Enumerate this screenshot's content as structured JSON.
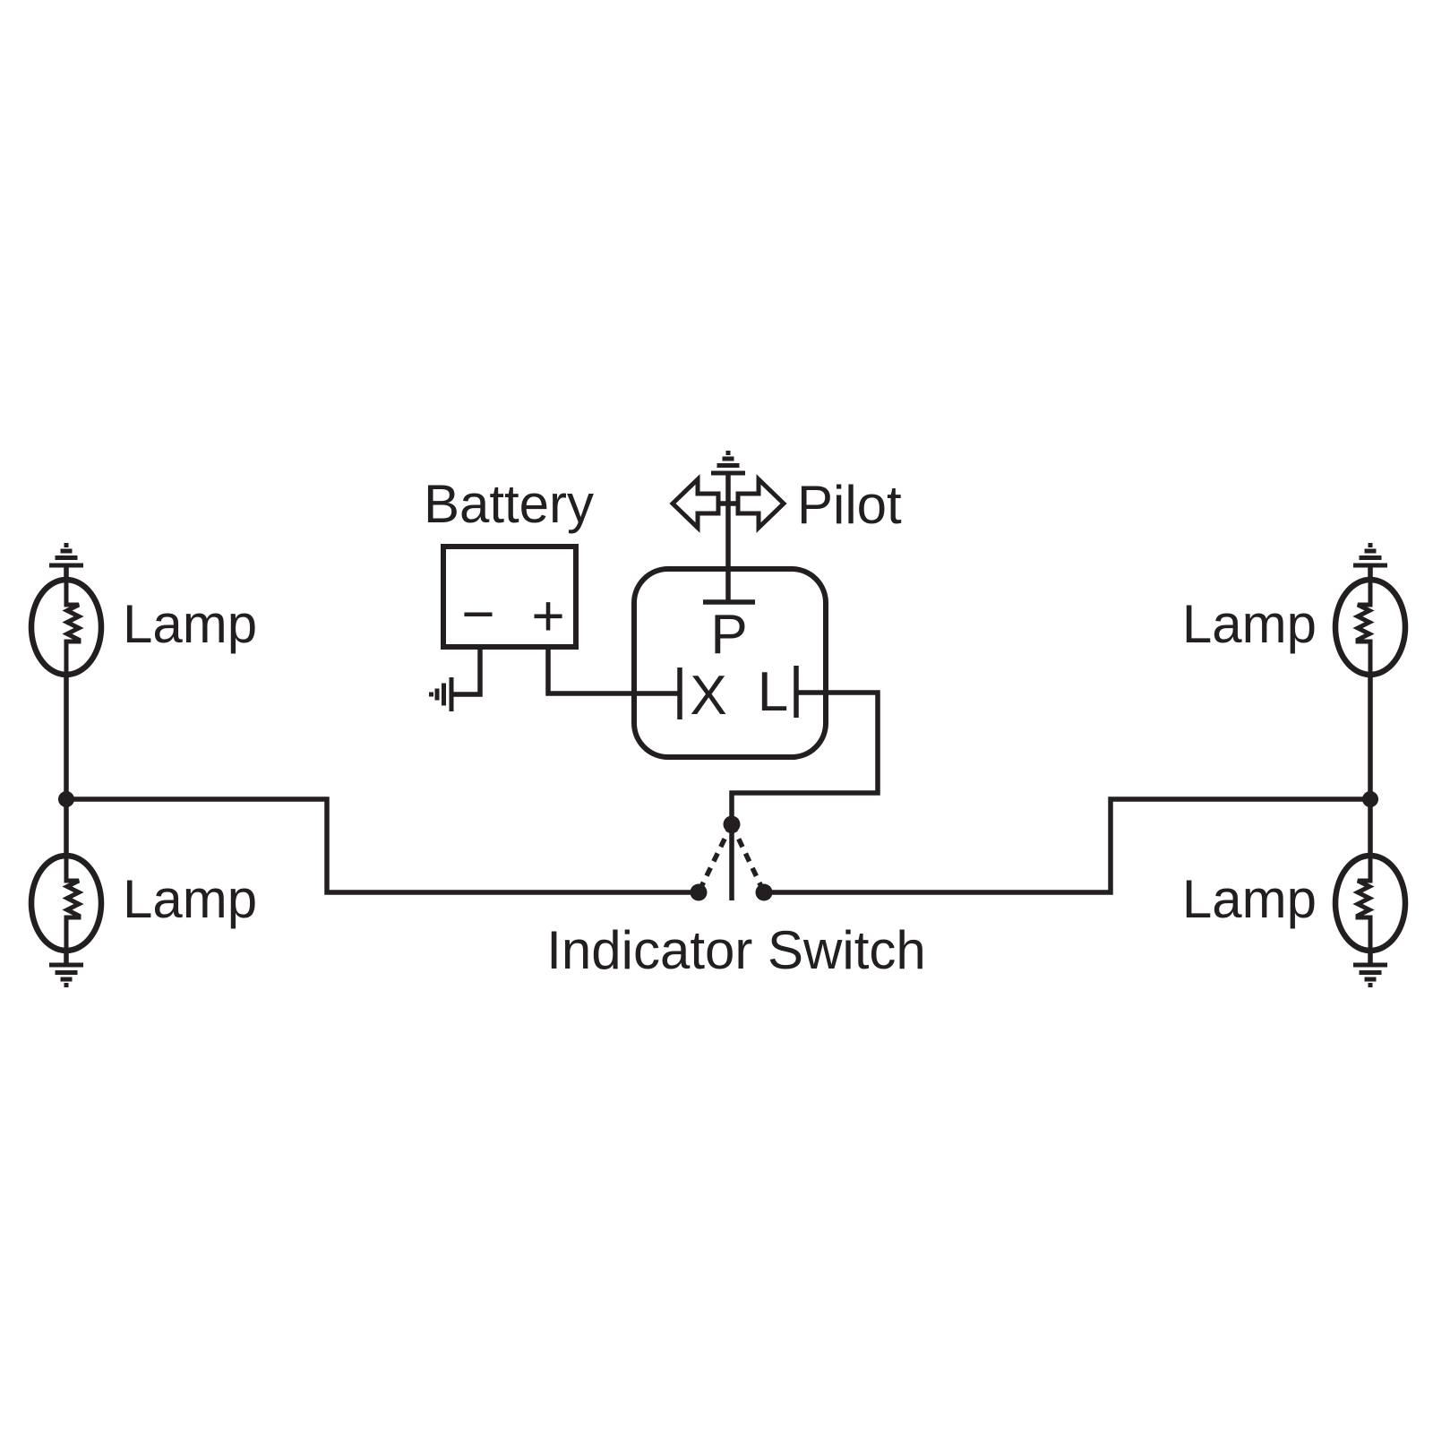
{
  "diagram": {
    "type": "indicator-flasher-wiring-diagram",
    "labels": {
      "battery": "Battery",
      "pilot": "Pilot",
      "indicator_switch": "Indicator Switch"
    },
    "lamps": {
      "top_left": "Lamp",
      "bottom_left": "Lamp",
      "top_right": "Lamp",
      "bottom_right": "Lamp"
    },
    "flasher_unit": {
      "terminal_p": "P",
      "terminal_x": "X",
      "terminal_l": "L"
    },
    "battery": {
      "negative": "−",
      "positive": "+"
    },
    "icons": [
      "ground-icon",
      "lamp-icon",
      "pilot-arrow-left-icon",
      "pilot-arrow-right-icon",
      "junction-dot",
      "switch-contact-dot"
    ],
    "colors": {
      "line": "#231f20",
      "background": "#ffffff"
    }
  }
}
